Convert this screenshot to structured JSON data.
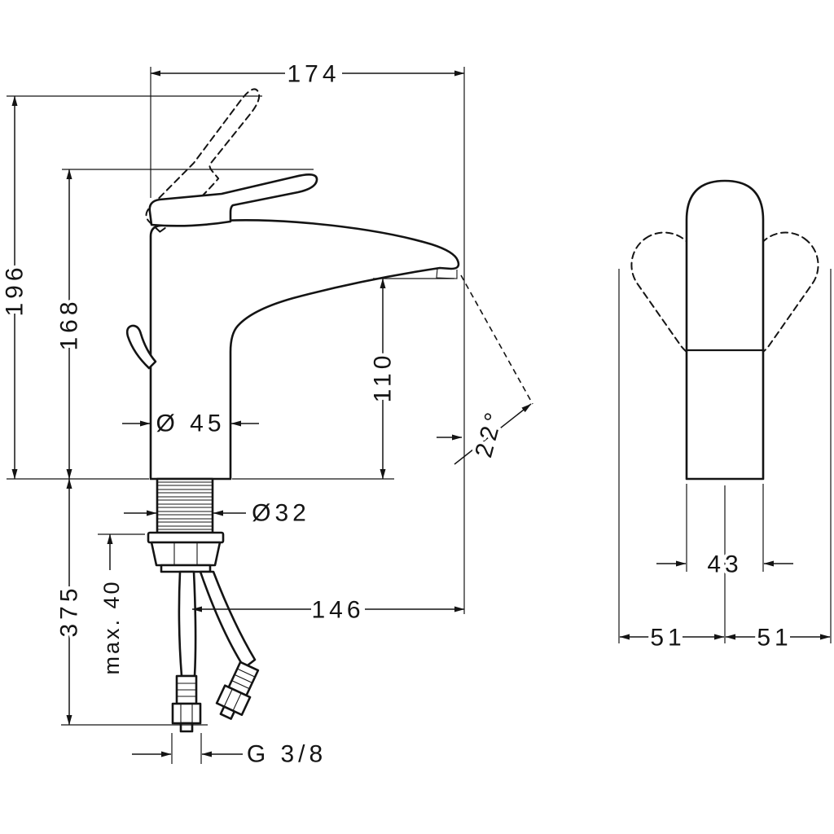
{
  "page": {
    "background_color": "#ffffff",
    "line_color": "#141414",
    "drawing_type": "faucet installation dimension drawing"
  },
  "front_view": {
    "dims": {
      "overall_width": "174",
      "overall_height": "196",
      "handle_height": "168",
      "outlet_height": "110",
      "body_diameter": "Ø 45",
      "shank_diameter": "Ø32",
      "stream_angle": "22°",
      "below_deck_depth": "375",
      "max_mounting_thickness": "max. 40",
      "spout_reach": "146",
      "hose_connection_thread": "G 3/8"
    }
  },
  "side_view": {
    "dims": {
      "body_depth": "43",
      "handle_swing_left": "51",
      "handle_swing_right": "51"
    }
  }
}
